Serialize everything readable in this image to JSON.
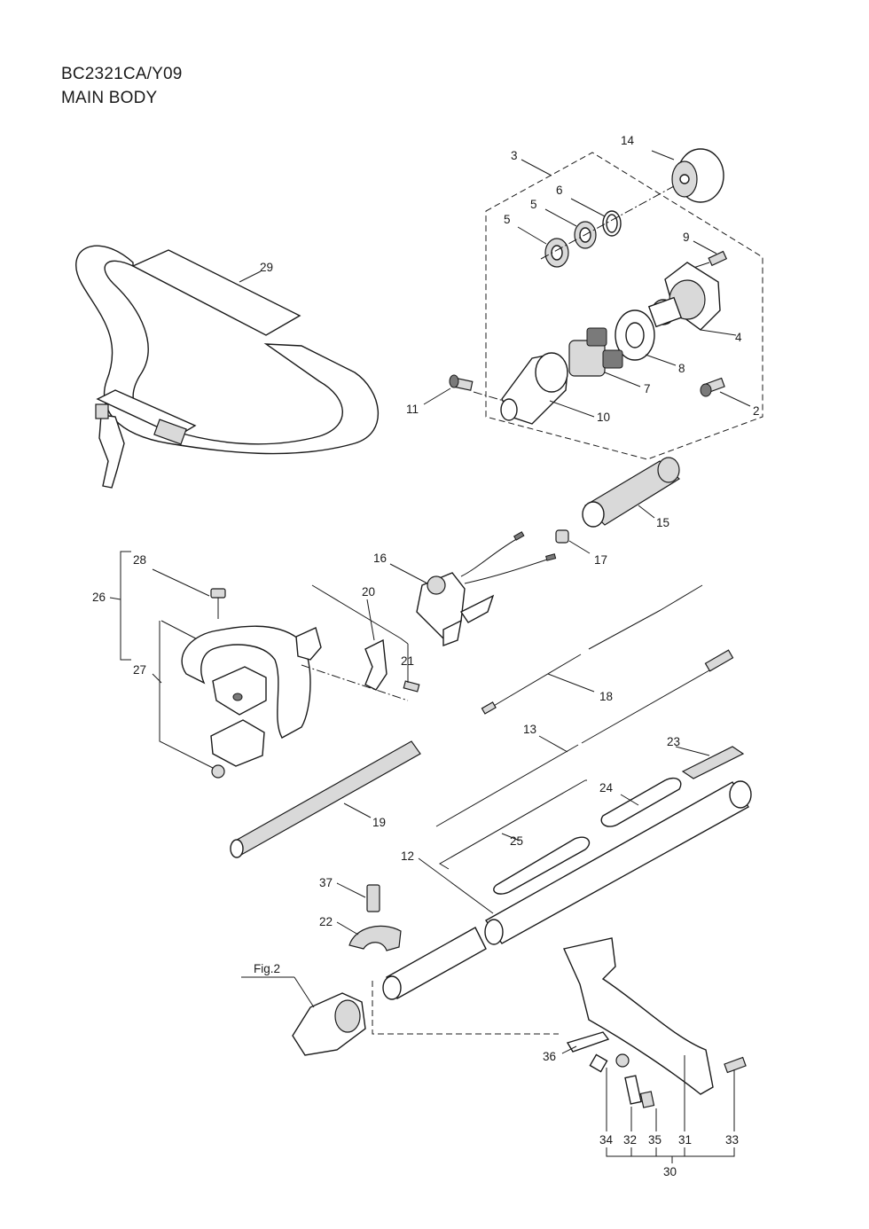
{
  "header": {
    "model": "BC2321CA/Y09",
    "section": "MAIN BODY"
  },
  "parts": {
    "p2": "2",
    "p3": "3",
    "p4": "4",
    "p5a": "5",
    "p5b": "5",
    "p6": "6",
    "p7": "7",
    "p8": "8",
    "p9": "9",
    "p10": "10",
    "p11": "11",
    "p12": "12",
    "p13": "13",
    "p14": "14",
    "p15": "15",
    "p16": "16",
    "p17": "17",
    "p18": "18",
    "p19": "19",
    "p20": "20",
    "p21": "21",
    "p22": "22",
    "p23": "23",
    "p24": "24",
    "p25": "25",
    "p26": "26",
    "p27": "27",
    "p28": "28",
    "p29": "29",
    "p30": "30",
    "p31": "31",
    "p32": "32",
    "p33": "33",
    "p34": "34",
    "p35": "35",
    "p36": "36",
    "p37": "37",
    "fig2": "Fig.2"
  }
}
